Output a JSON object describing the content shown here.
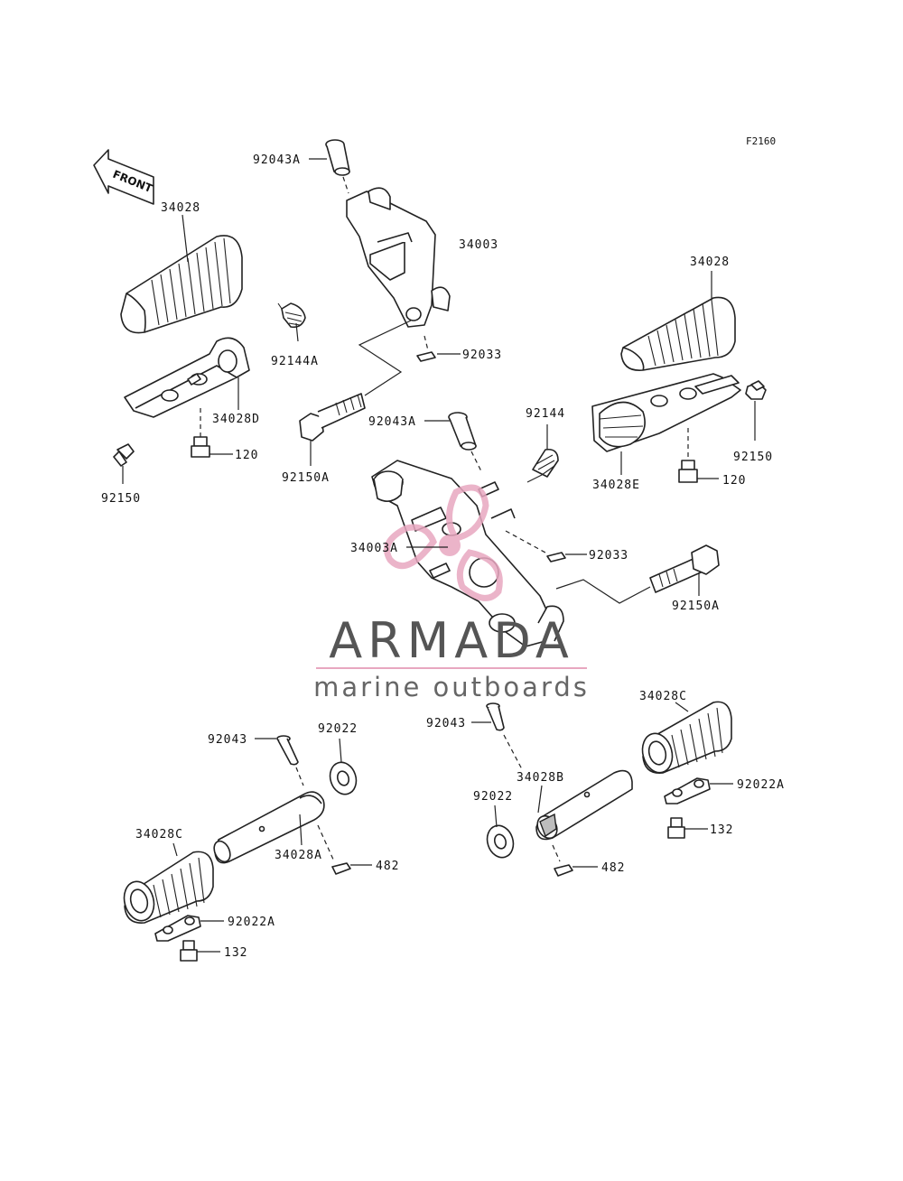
{
  "figure_code": "F2160",
  "front_marker": "FRONT",
  "brand": {
    "name": "ARMADA",
    "tagline": "marine outboards",
    "accent_color": "#e8a7c0",
    "text_color": "#555555"
  },
  "parts": [
    {
      "id": "p1",
      "label": "92043A"
    },
    {
      "id": "p2",
      "label": "34003"
    },
    {
      "id": "p3",
      "label": "34028"
    },
    {
      "id": "p4",
      "label": "92144A"
    },
    {
      "id": "p5",
      "label": "92033"
    },
    {
      "id": "p6",
      "label": "34028D"
    },
    {
      "id": "p7",
      "label": "120"
    },
    {
      "id": "p8",
      "label": "92150"
    },
    {
      "id": "p9",
      "label": "92150A"
    },
    {
      "id": "p10",
      "label": "92043A"
    },
    {
      "id": "p11",
      "label": "92144"
    },
    {
      "id": "p12",
      "label": "34028"
    },
    {
      "id": "p13",
      "label": "92150"
    },
    {
      "id": "p14",
      "label": "34028E"
    },
    {
      "id": "p15",
      "label": "120"
    },
    {
      "id": "p16",
      "label": "34003A"
    },
    {
      "id": "p17",
      "label": "92033"
    },
    {
      "id": "p18",
      "label": "92150A"
    },
    {
      "id": "p19",
      "label": "34028C"
    },
    {
      "id": "p20",
      "label": "92043"
    },
    {
      "id": "p21",
      "label": "92022"
    },
    {
      "id": "p22",
      "label": "92043"
    },
    {
      "id": "p23",
      "label": "34028B"
    },
    {
      "id": "p24",
      "label": "92022A"
    },
    {
      "id": "p25",
      "label": "92022"
    },
    {
      "id": "p26",
      "label": "132"
    },
    {
      "id": "p27",
      "label": "34028C"
    },
    {
      "id": "p28",
      "label": "34028A"
    },
    {
      "id": "p29",
      "label": "482"
    },
    {
      "id": "p30",
      "label": "482"
    },
    {
      "id": "p31",
      "label": "92022A"
    },
    {
      "id": "p32",
      "label": "132"
    }
  ]
}
